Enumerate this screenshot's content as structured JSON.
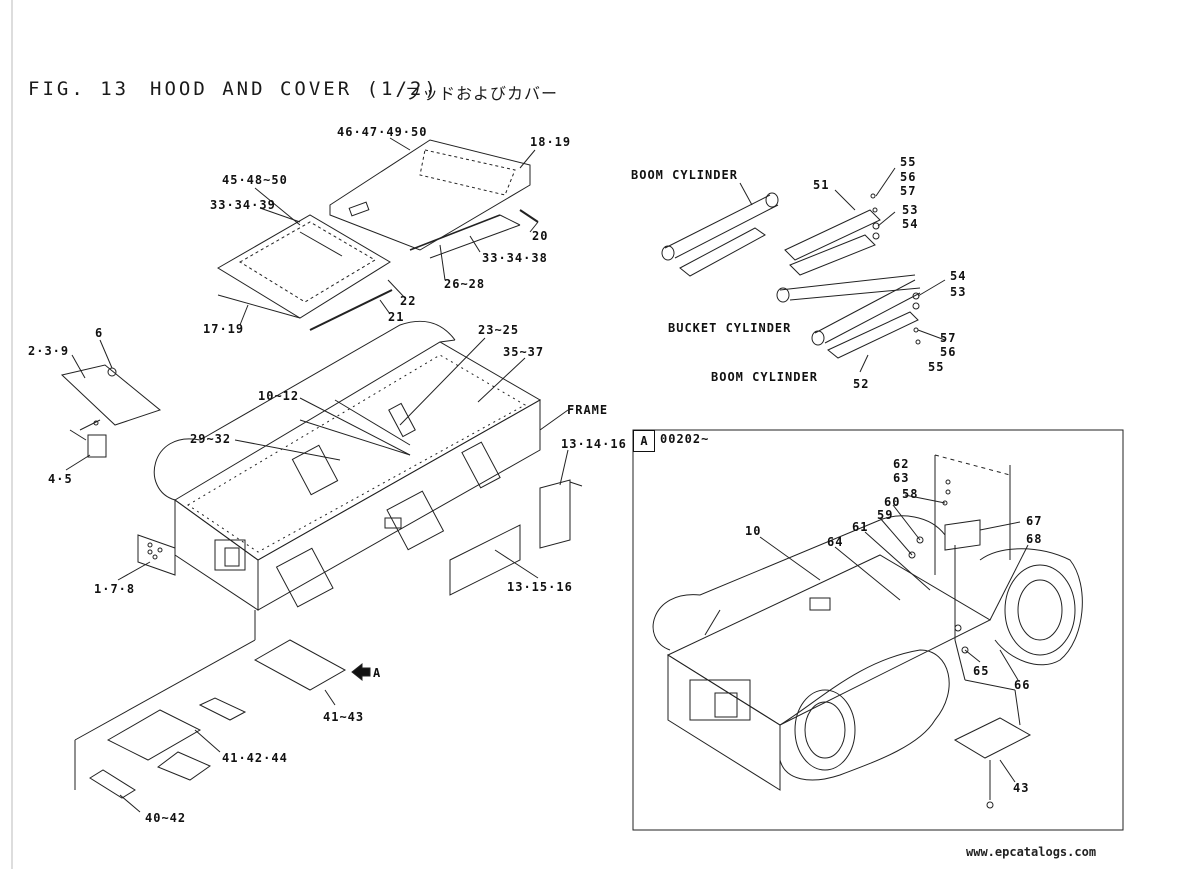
{
  "header": {
    "fig": "FIG. 13",
    "title": "HOOD AND COVER (1/2)",
    "title_jp": "フッドおよびカバー"
  },
  "labels": {
    "l46": "46·47·49·50",
    "l18": "18·19",
    "l45": "45·48~50",
    "l33a": "33·34·39",
    "l20": "20",
    "l33b": "33·34·38",
    "l26": "26~28",
    "l22": "22",
    "l17": "17·19",
    "l21": "21",
    "l6": "6",
    "l239": "2·3·9",
    "l23": "23~25",
    "l35": "35~37",
    "l1012": "10~12",
    "lframe": "FRAME",
    "l2932": "29~32",
    "l131416": "13·14·16",
    "l45b": "4·5",
    "l178": "1·7·8",
    "l131516": "13·15·16",
    "l4143": "41~43",
    "l414244": "41·42·44",
    "l4042": "40~42",
    "larrowA": "A",
    "boom1": "BOOM CYLINDER",
    "bucket": "BUCKET CYLINDER",
    "boom2": "BOOM CYLINDER",
    "l51": "51",
    "l55a": "55",
    "l56a": "56",
    "l57a": "57",
    "l53a": "53",
    "l54a": "54",
    "l54b": "54",
    "l53b": "53",
    "l57b": "57",
    "l56b": "56",
    "l55b": "55",
    "l52": "52",
    "l62": "62",
    "l63": "63",
    "l58": "58",
    "l60": "60",
    "l59": "59",
    "l67": "67",
    "l10b": "10",
    "l61": "61",
    "l64": "64",
    "l68": "68",
    "l65": "65",
    "l66": "66",
    "l43": "43"
  },
  "detail": {
    "tag": "A",
    "serial": "00202~"
  },
  "footer": "www.epcatalogs.com"
}
